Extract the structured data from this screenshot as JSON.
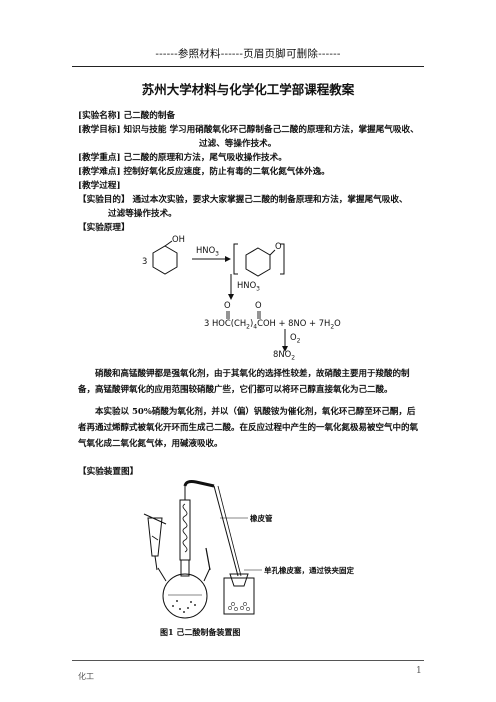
{
  "header": {
    "top_text": "------参照材料------页眉页脚可删除------"
  },
  "title": "苏州大学材料与化学化工学部课程教案",
  "fields": {
    "name": "[实验名称]  己二酸的制备",
    "goal_1": "[教学目标]  知识与技能  学习用硝酸氧化环己醇制备己二酸的原理和方法，掌握尾气吸收、",
    "goal_2": "过滤、等操作技术。",
    "key": "[教学重点]  己二酸的原理和方法，尾气吸收操作技术。",
    "difficult": "[教学难点]  控制好氧化反应速度，防止有毒的二氧化氮气体外逸。",
    "process": "[教学过程]"
  },
  "purpose": {
    "line1": "【实验目的】    通过本次实验，要求大家掌握己二酸的制备原理和方法，掌握尾气吸收、",
    "line2": "过滤等操作技术。"
  },
  "principle_heading": "【实验原理】",
  "reaction": {
    "coef_left": "3",
    "oh": "OH",
    "reagent1": "HNO",
    "reagent1_sub": "3",
    "ketone_o": "O",
    "reagent2": "HNO",
    "reagent2_sub": "3",
    "product_a": "3 HOC(CH",
    "product_sub1": "2",
    "product_sub2": ")",
    "product_sub3": "4",
    "product_b": "COH  + 8NO  + 7H",
    "product_sub4": "2",
    "product_c": "O",
    "carbonyl_o1": "O",
    "carbonyl_o2": "O",
    "o2": "O",
    "o2_sub": "2",
    "no2": "8NO",
    "no2_sub": "2"
  },
  "paragraphs": {
    "p1": "硝酸和高锰酸钾都是强氧化剂，由于其氧化的选择性较差，故硝酸主要用于羧酸的制备，高锰酸钾氧化的应用范围较硝酸广些，它们都可以将环己醇直接氧化为己二酸。",
    "p2": "本实验以 50%硝酸为氧化剂，并以（偏）钒酸铵为催化剂，氧化环己醇至环己酮，后者再通过烯醇式被氧化开环而生成己二酸。在反应过程中产生的一氧化氮极易被空气中的氧气氧化成二氧化氮气体，用碱液吸收。"
  },
  "apparatus_heading": "【实验装置图】",
  "apparatus": {
    "label_tube": "橡皮管",
    "label_stopper": "单孔橡皮塞，通过铁夹固定",
    "caption": "图1  己二酸制备装置图"
  },
  "footer": {
    "left": "化工",
    "page": "1"
  }
}
